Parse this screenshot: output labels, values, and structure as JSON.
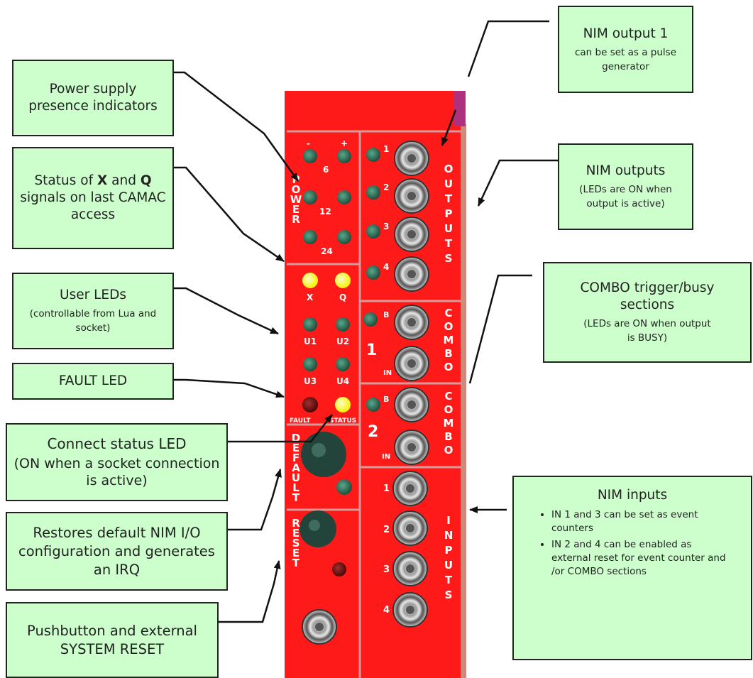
{
  "callouts": {
    "power_supply": "Power supply presence indicators",
    "status_xq_pre": "Status of ",
    "status_x": "X",
    "status_and": " and ",
    "status_q": "Q",
    "status_post": " signals on last CAMAC access",
    "user_leds": "User LEDs",
    "user_leds_sub": "(controllable from Lua and socket)",
    "fault_led": "FAULT LED",
    "connect_status": "Connect status  LED",
    "connect_status_sub": "(ON when a socket connection is active)",
    "restores_default": "Restores default NIM I/O configuration and generates an IRQ",
    "pushbutton": "Pushbutton and external SYSTEM RESET",
    "nim_output1": "NIM output 1",
    "nim_output1_sub": "can be set as a pulse generator",
    "nim_outputs": "NIM outputs",
    "nim_outputs_sub": "(LEDs are ON when output is active)",
    "combo": "COMBO trigger/busy sections",
    "combo_sub": "(LEDs are ON when output is BUSY)",
    "nim_inputs": "NIM inputs",
    "nim_inputs_items": [
      "IN 1 and 3 can be set as event counters",
      "IN 2 and 4 can be enabled as external reset for event counter and /or COMBO sections"
    ]
  },
  "panel": {
    "power_label": "POWER",
    "default_label": "DEFAULT",
    "reset_label": "RESET",
    "outputs_label": "OUTPUTS",
    "combo_label": "COMBO",
    "inputs_label": "INPUTS",
    "led_labels": {
      "minus": "-",
      "plus": "+",
      "six": "6",
      "twelve": "12",
      "twentyfour": "24",
      "x": "X",
      "q": "Q",
      "u1": "U1",
      "u2": "U2",
      "u3": "U3",
      "u4": "U4",
      "fault": "FAULT",
      "status": "STATUS"
    },
    "output_nums": [
      "1",
      "2",
      "3",
      "4"
    ],
    "combo_b": "B",
    "combo_in": "IN",
    "combo_nums": [
      "1",
      "2"
    ],
    "input_nums": [
      "1",
      "2",
      "3",
      "4"
    ]
  },
  "colors": {
    "panel_red": "#ff1a1a",
    "led_green": "#2e6b55",
    "led_yellow": "#ffff33",
    "led_dark_red": "#6e1010",
    "callout_bg": "#ccffcc"
  }
}
